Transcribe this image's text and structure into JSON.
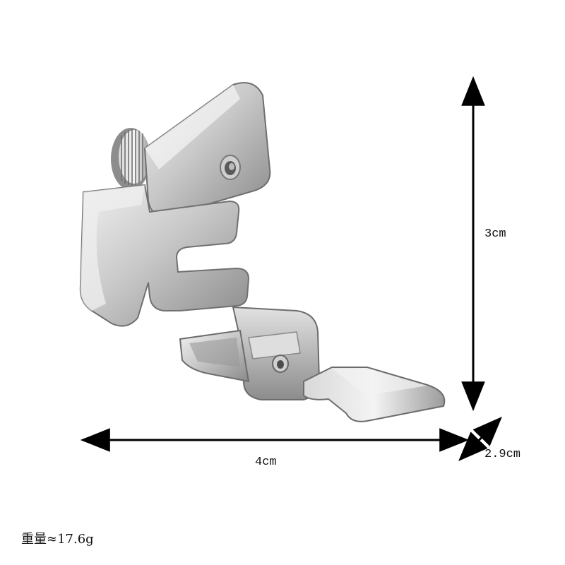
{
  "dimensions": {
    "height_label": "3cm",
    "width_label": "4cm",
    "depth_label": "2.9cm"
  },
  "weight_label": "重量≈17.6g",
  "colors": {
    "arrow": "#000000",
    "metal_light": "#e6e6e6",
    "metal_mid": "#b8b8b8",
    "metal_dark": "#6e6e6e"
  },
  "product": "presser-foot-icon"
}
